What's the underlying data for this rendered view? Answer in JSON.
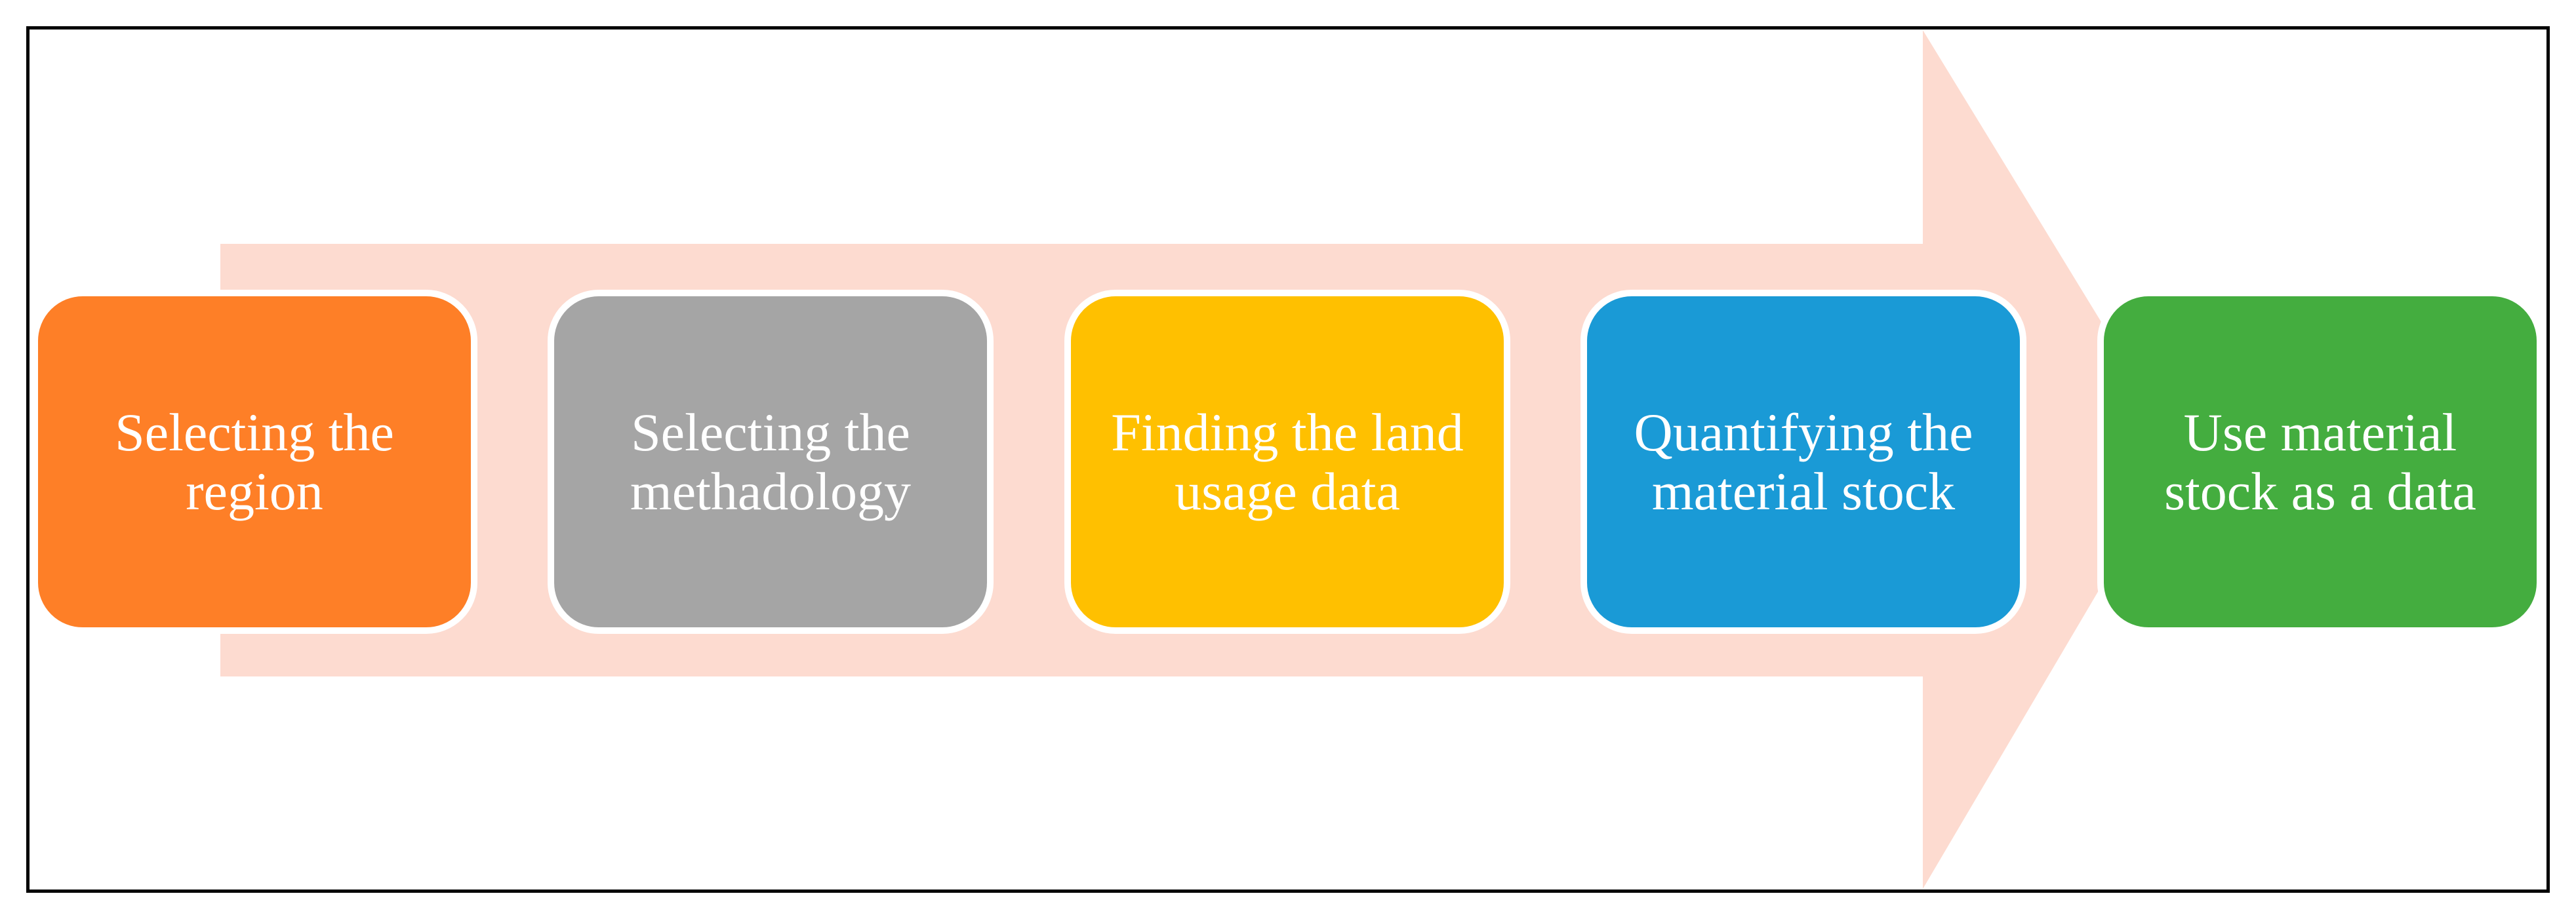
{
  "diagram": {
    "type": "process-flow",
    "arrow_color": "#FDDBD0",
    "steps": [
      {
        "label": "Selecting the\nregion",
        "color": "#FE7F27"
      },
      {
        "label": "Selecting the\nmethadology",
        "color": "#A5A5A5"
      },
      {
        "label": "Finding  the land\nusage data",
        "color": "#FFC000"
      },
      {
        "label": "Quantifying  the\nmaterial stock",
        "color": "#1A9AD6"
      },
      {
        "label": "Use material\nstock as a data",
        "color": "#44AD3F"
      }
    ]
  }
}
